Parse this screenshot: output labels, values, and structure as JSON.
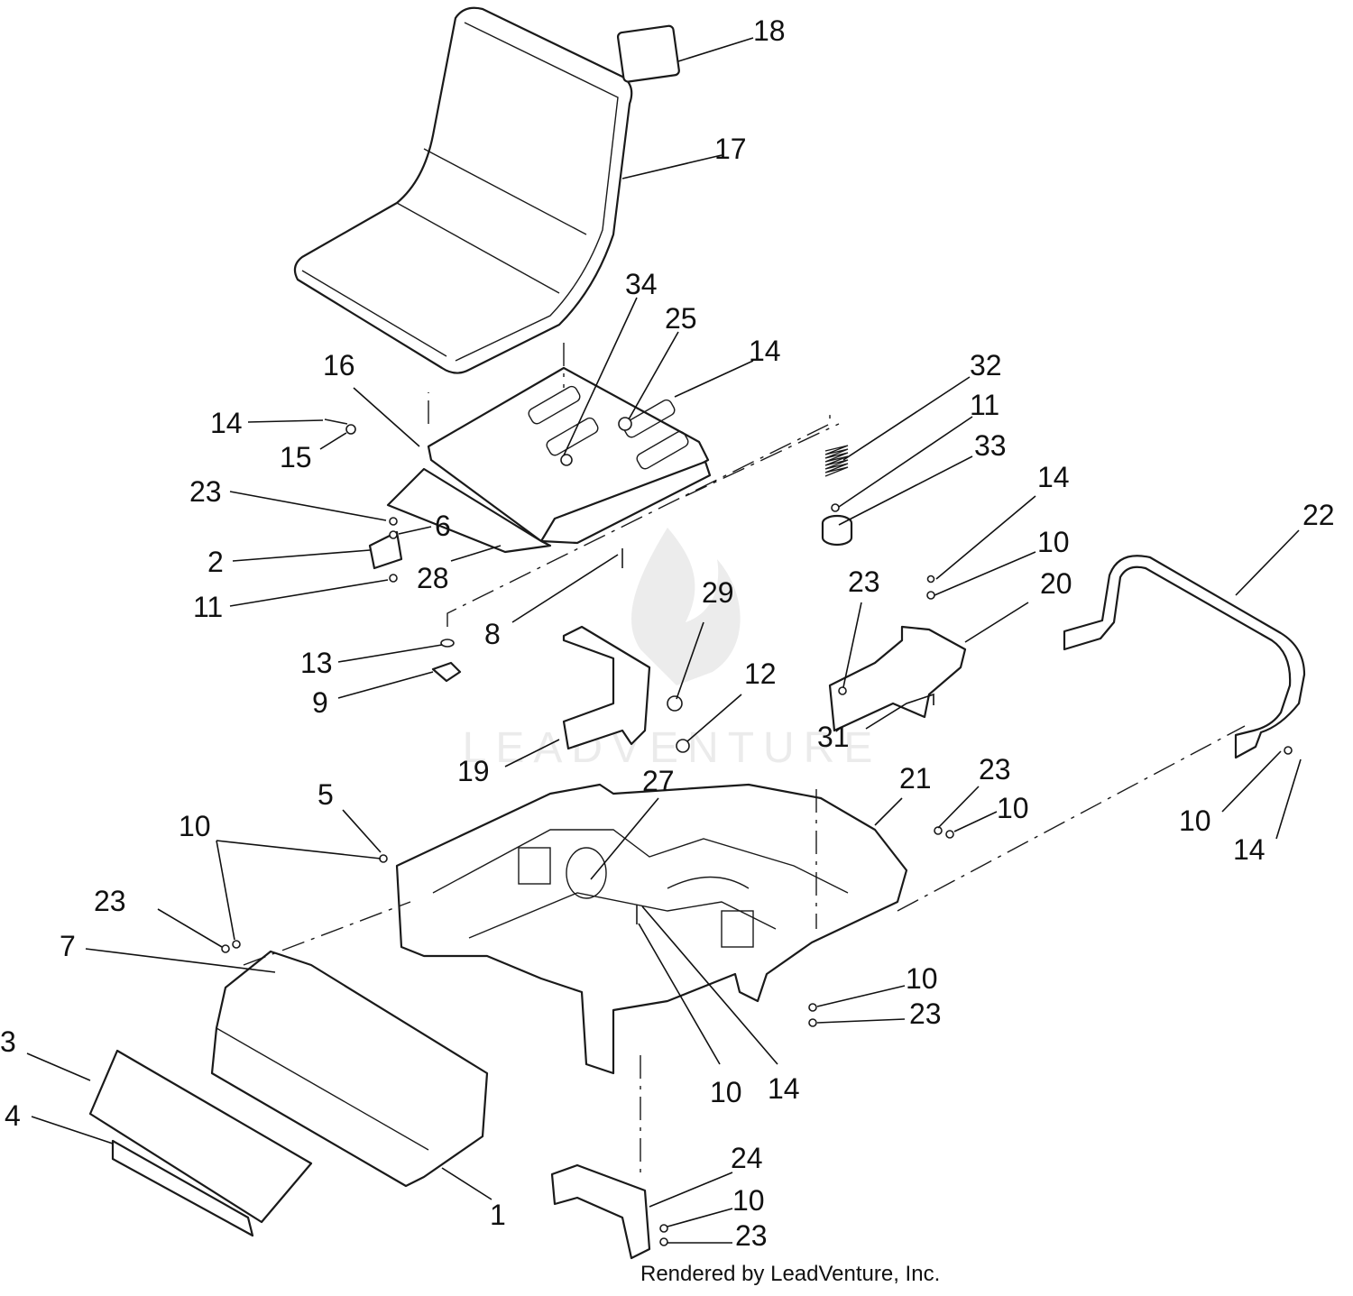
{
  "footer": "Rendered by LeadVenture, Inc.",
  "watermark": "LEADVENTURE",
  "callouts": [
    {
      "id": "c18",
      "text": "18"
    },
    {
      "id": "c17",
      "text": "17"
    },
    {
      "id": "c34",
      "text": "34"
    },
    {
      "id": "c25",
      "text": "25"
    },
    {
      "id": "c14a",
      "text": "14"
    },
    {
      "id": "c16",
      "text": "16"
    },
    {
      "id": "c14b",
      "text": "14"
    },
    {
      "id": "c32",
      "text": "32"
    },
    {
      "id": "c15",
      "text": "15"
    },
    {
      "id": "c11a",
      "text": "11"
    },
    {
      "id": "c33",
      "text": "33"
    },
    {
      "id": "c23a",
      "text": "23"
    },
    {
      "id": "c14c",
      "text": "14"
    },
    {
      "id": "c6",
      "text": "6"
    },
    {
      "id": "c22",
      "text": "22"
    },
    {
      "id": "c10a",
      "text": "10"
    },
    {
      "id": "c2",
      "text": "2"
    },
    {
      "id": "c28",
      "text": "28"
    },
    {
      "id": "c23b",
      "text": "23"
    },
    {
      "id": "c20",
      "text": "20"
    },
    {
      "id": "c11b",
      "text": "11"
    },
    {
      "id": "c29",
      "text": "29"
    },
    {
      "id": "c8",
      "text": "8"
    },
    {
      "id": "c13",
      "text": "13"
    },
    {
      "id": "c12",
      "text": "12"
    },
    {
      "id": "c9",
      "text": "9"
    },
    {
      "id": "c31",
      "text": "31"
    },
    {
      "id": "c19",
      "text": "19"
    },
    {
      "id": "c23c",
      "text": "23"
    },
    {
      "id": "c27",
      "text": "27"
    },
    {
      "id": "c21",
      "text": "21"
    },
    {
      "id": "c5",
      "text": "5"
    },
    {
      "id": "c10b",
      "text": "10"
    },
    {
      "id": "c10c",
      "text": "10"
    },
    {
      "id": "c10d",
      "text": "10"
    },
    {
      "id": "c14d",
      "text": "14"
    },
    {
      "id": "c23d",
      "text": "23"
    },
    {
      "id": "c7",
      "text": "7"
    },
    {
      "id": "c10e",
      "text": "10"
    },
    {
      "id": "c23e",
      "text": "23"
    },
    {
      "id": "c3",
      "text": "3"
    },
    {
      "id": "c10f",
      "text": "10"
    },
    {
      "id": "c14e",
      "text": "14"
    },
    {
      "id": "c4",
      "text": "4"
    },
    {
      "id": "c24",
      "text": "24"
    },
    {
      "id": "c1",
      "text": "1"
    },
    {
      "id": "c10g",
      "text": "10"
    },
    {
      "id": "c23f",
      "text": "23"
    }
  ]
}
